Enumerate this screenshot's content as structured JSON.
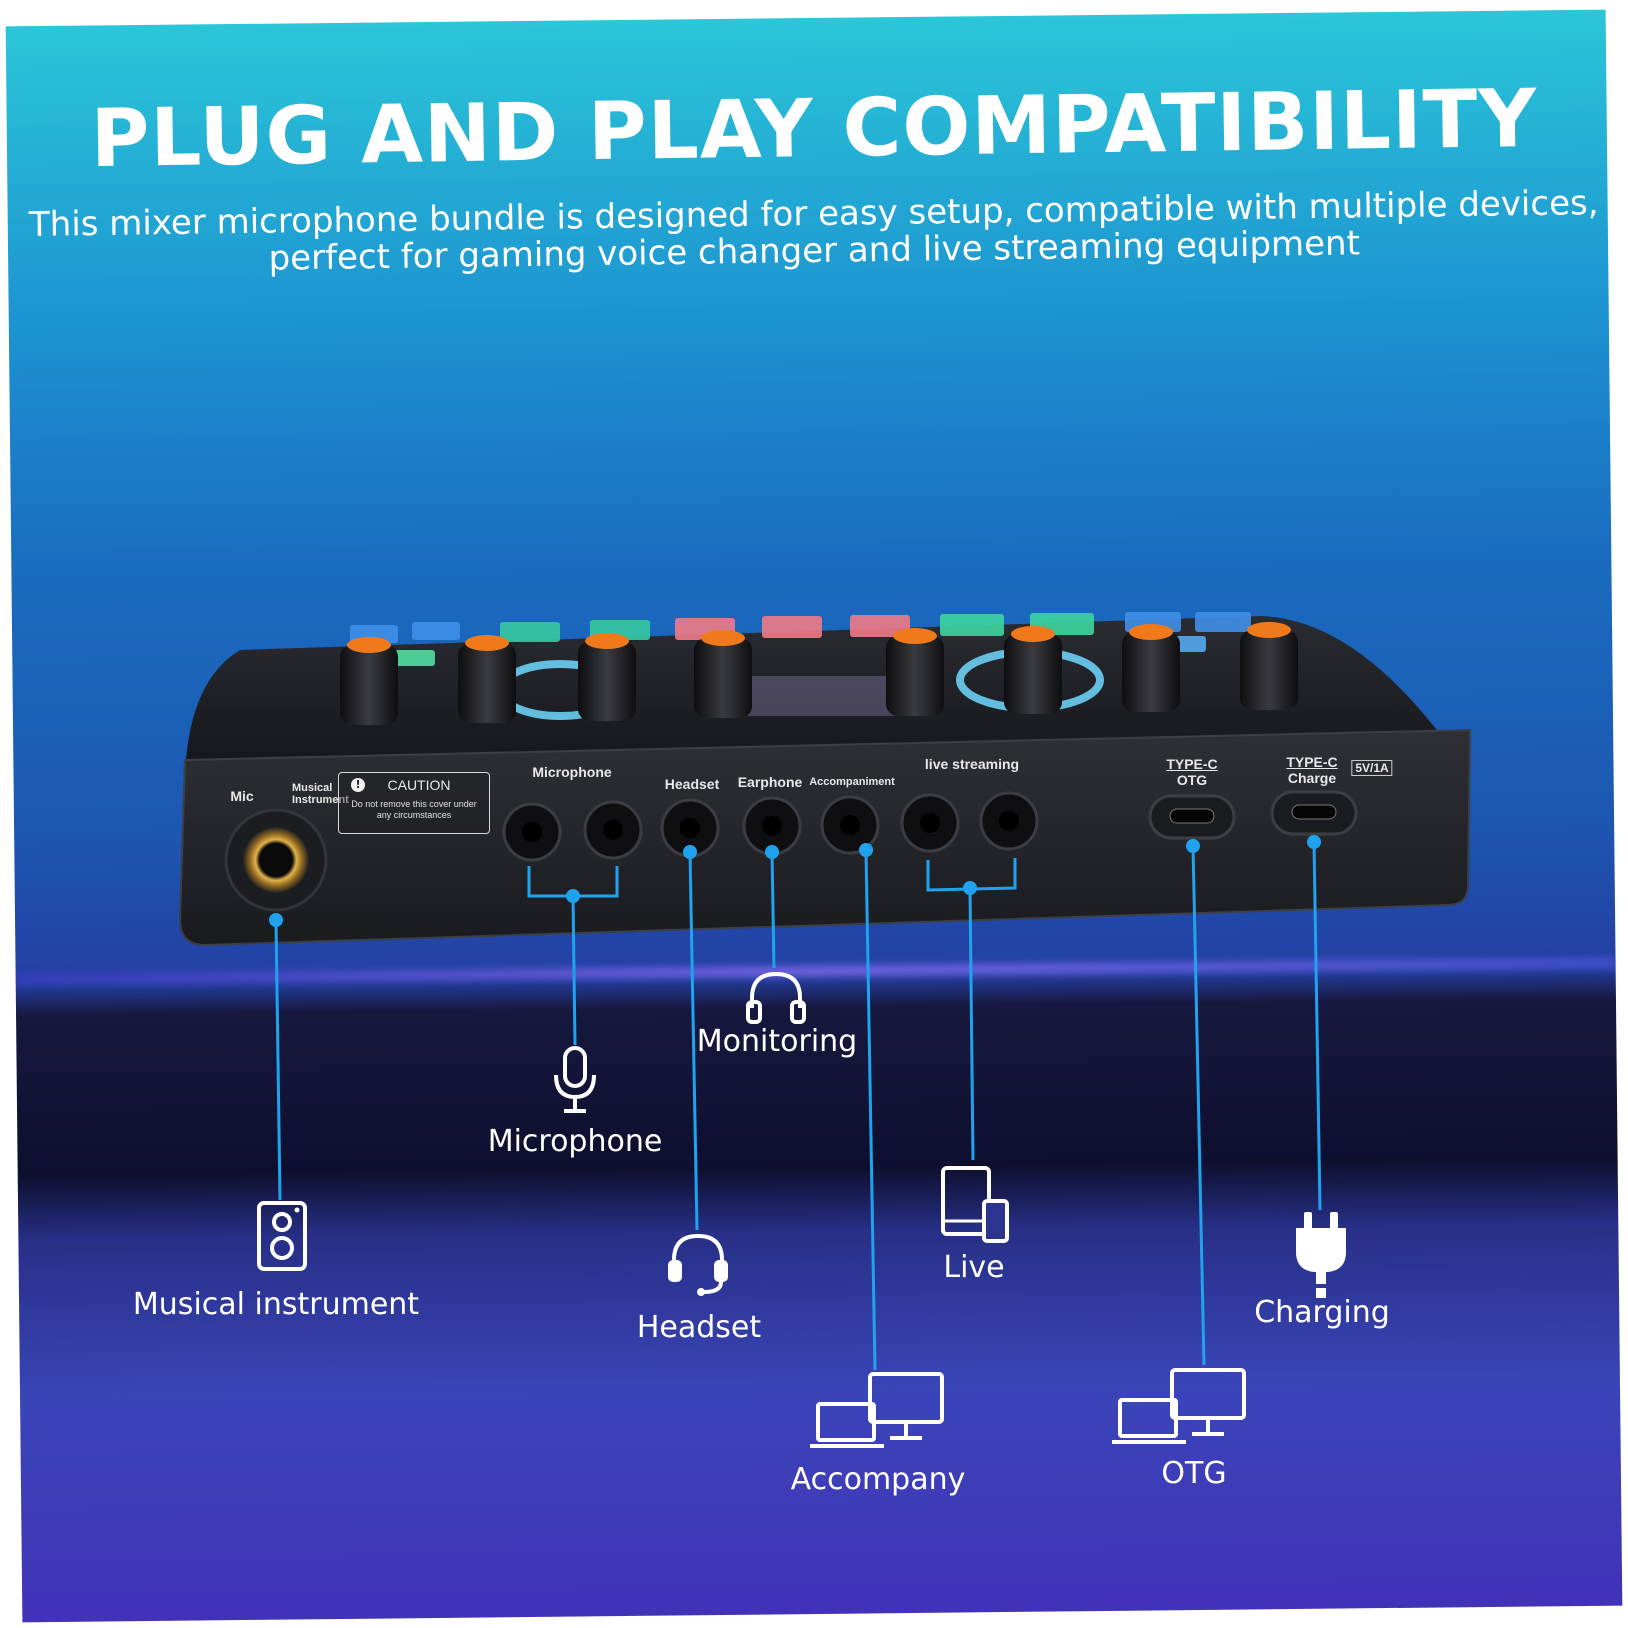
{
  "header": {
    "title": "PLUG AND PLAY COMPATIBILITY",
    "subtitle_line1": "This mixer microphone bundle is designed for easy setup, compatible with multiple devices,",
    "subtitle_line2": "perfect for gaming voice changer and live streaming equipment"
  },
  "device": {
    "mic_label": "Mic",
    "instrument_label": "Musical Instrument",
    "caution_title": "CAUTION",
    "caution_text": "Do not remove this cover under any circumstances",
    "ports": {
      "microphone": "Microphone",
      "headset": "Headset",
      "earphone": "Earphone",
      "accompaniment": "Accompaniment",
      "live_streaming": "live streaming",
      "type_c_otg_1": "TYPE-C",
      "type_c_otg_2": "OTG",
      "type_c_charge_1": "TYPE-C",
      "type_c_charge_2": "Charge",
      "power_rating": "5V/1A"
    }
  },
  "callouts": {
    "musical_instrument": "Musical instrument",
    "microphone": "Microphone",
    "monitoring": "Monitoring",
    "headset": "Headset",
    "live": "Live",
    "accompany": "Accompany",
    "otg": "OTG",
    "charging": "Charging"
  },
  "colors": {
    "accent_line": "#1fa3ee",
    "knob_cap": "#f07a1a",
    "text": "#ffffff"
  },
  "icons": [
    "speaker-icon",
    "microphone-icon",
    "headphones-icon",
    "headset-icon",
    "tablet-phone-icon",
    "laptop-monitor-icon",
    "plug-icon"
  ]
}
